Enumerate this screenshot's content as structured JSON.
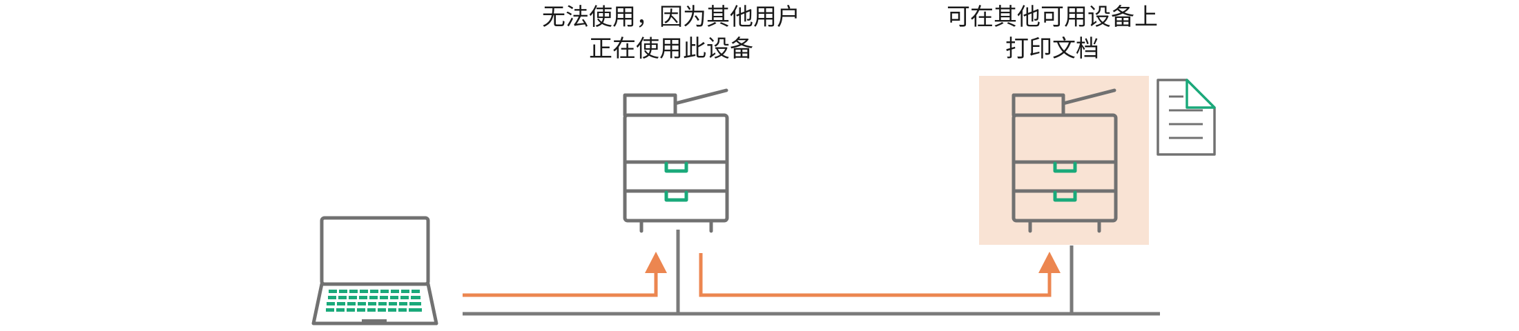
{
  "captions": {
    "busy_printer": {
      "line1": "无法使用，因为其他用户",
      "line2": "正在使用此设备"
    },
    "available_printer": {
      "line1": "可在其他可用设备上",
      "line2": "打印文档"
    }
  },
  "colors": {
    "device_stroke": "#717171",
    "accent_green": "#1aa97a",
    "arrow_orange": "#ec8650",
    "highlight_bg": "#f9e3d4",
    "network_line": "#7a7a7a"
  },
  "icons": [
    "laptop-icon",
    "multifunction-printer-icon",
    "document-icon",
    "arrow-up-icon"
  ]
}
